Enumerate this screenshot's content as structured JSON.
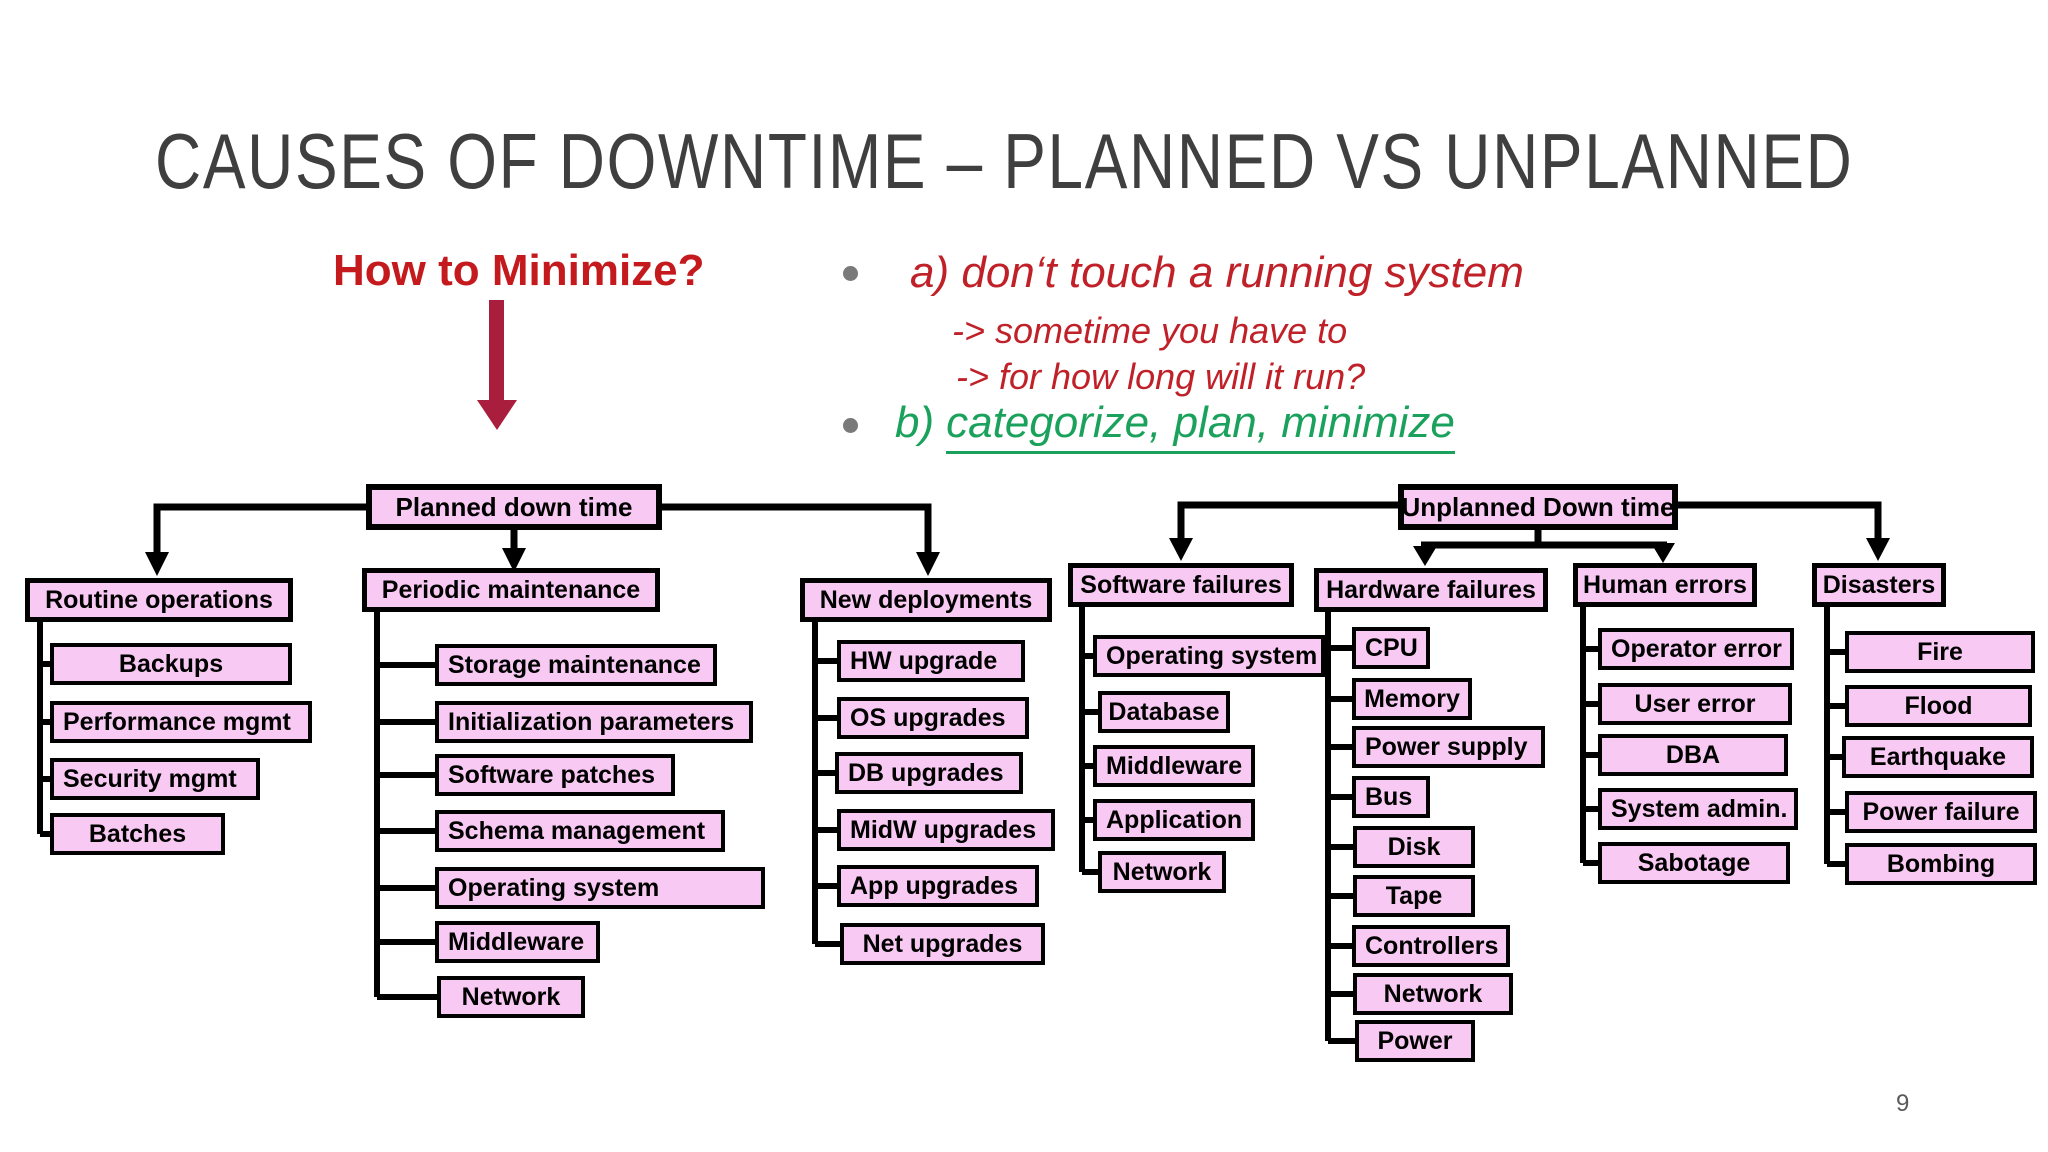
{
  "slide": {
    "title": "CAUSES OF DOWNTIME – PLANNED VS UNPLANNED",
    "page_number": "9"
  },
  "callout": {
    "heading": "How to Minimize?",
    "bullet_a": "a) don‘t touch a running system",
    "bullet_a_sub1": "-> sometime you have to",
    "bullet_a_sub2": "-> for how long will it run?",
    "bullet_b_prefix": "b)",
    "bullet_b_text": "categorize, plan, minimize"
  },
  "colors": {
    "box_fill": "#f8c9f2",
    "connector_black": "#000000",
    "heading_red": "#c4191d",
    "arrow_red": "#a91e3c",
    "bullet_red": "#c02128",
    "bullet_green": "#1aa25c",
    "title_gray": "#3f3f3f"
  },
  "tree": {
    "planned_root": "Planned down time",
    "unplanned_root": "Unplanned Down time",
    "groups": [
      {
        "label": "Routine operations",
        "children": [
          "Backups",
          "Performance mgmt",
          "Security mgmt",
          "Batches"
        ]
      },
      {
        "label": "Periodic maintenance",
        "children": [
          "Storage maintenance",
          "Initialization parameters",
          "Software patches",
          "Schema management",
          "Operating system",
          "Middleware",
          "Network"
        ]
      },
      {
        "label": "New deployments",
        "children": [
          "HW upgrade",
          "OS upgrades",
          "DB upgrades",
          "MidW upgrades",
          "App upgrades",
          "Net upgrades"
        ]
      },
      {
        "label": "Software failures",
        "children": [
          "Operating system",
          "Database",
          "Middleware",
          "Application",
          "Network"
        ]
      },
      {
        "label": "Hardware failures",
        "children": [
          "CPU",
          "Memory",
          "Power supply",
          "Bus",
          "Disk",
          "Tape",
          "Controllers",
          "Network",
          "Power"
        ]
      },
      {
        "label": "Human errors",
        "children": [
          "Operator error",
          "User error",
          "DBA",
          "System admin.",
          "Sabotage"
        ]
      },
      {
        "label": "Disasters",
        "children": [
          "Fire",
          "Flood",
          "Earthquake",
          "Power failure",
          "Bombing"
        ]
      }
    ]
  }
}
